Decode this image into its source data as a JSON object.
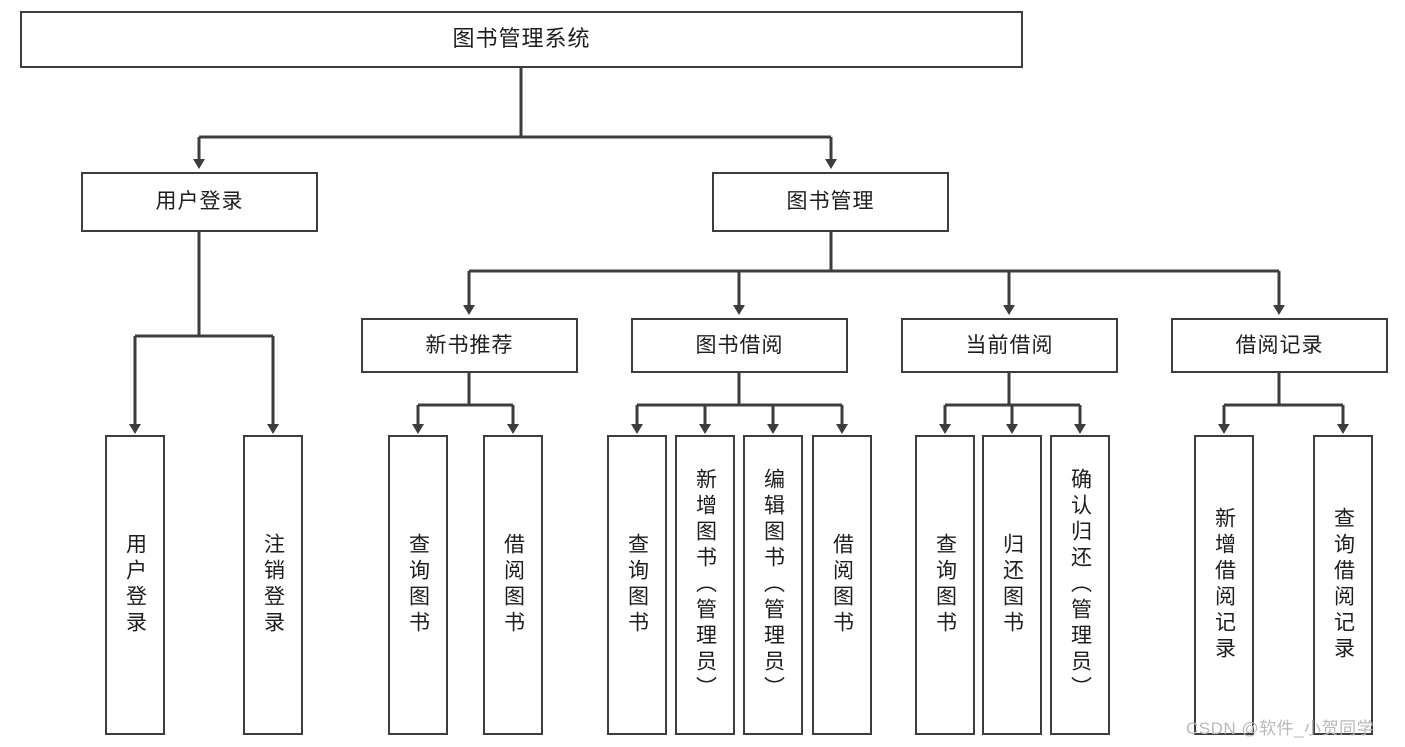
{
  "diagram": {
    "title": "图书管理系统",
    "type": "tree-structure-chart",
    "watermark": "CSDN @软件_小贺同学",
    "colors": {
      "box_border": "#3d3d3d",
      "box_fill": "#ffffff",
      "connector": "#3d3d3d",
      "text": "#1d1d1d",
      "watermark": "#b9b9b9"
    },
    "root": {
      "label": "图书管理系统"
    },
    "level2": [
      {
        "id": "user-login",
        "label": "用户登录"
      },
      {
        "id": "book-manage",
        "label": "图书管理"
      }
    ],
    "level3": [
      {
        "id": "new-book-rec",
        "label": "新书推荐"
      },
      {
        "id": "book-borrow",
        "label": "图书借阅"
      },
      {
        "id": "current-borrow",
        "label": "当前借阅"
      },
      {
        "id": "borrow-record",
        "label": "借阅记录"
      }
    ],
    "leaves": {
      "user_login": [
        {
          "id": "leaf-user-login",
          "label": "用户登录"
        },
        {
          "id": "leaf-logout-login",
          "label": "注销登录"
        }
      ],
      "new_book_rec": [
        {
          "id": "leaf-query-book-1",
          "label": "查询图书"
        },
        {
          "id": "leaf-borrow-book-1",
          "label": "借阅图书"
        }
      ],
      "book_borrow": [
        {
          "id": "leaf-query-book-2",
          "label": "查询图书"
        },
        {
          "id": "leaf-add-book",
          "label": "新增图书（管理员）"
        },
        {
          "id": "leaf-edit-book",
          "label": "编辑图书（管理员）"
        },
        {
          "id": "leaf-borrow-book-2",
          "label": "借阅图书"
        }
      ],
      "current_borrow": [
        {
          "id": "leaf-query-book-3",
          "label": "查询图书"
        },
        {
          "id": "leaf-return-book",
          "label": "归还图书"
        },
        {
          "id": "leaf-confirm-return",
          "label": "确认归还（管理员）"
        }
      ],
      "borrow_record": [
        {
          "id": "leaf-add-record",
          "label": "新增借阅记录"
        },
        {
          "id": "leaf-query-record",
          "label": "查询借阅记录"
        }
      ]
    }
  }
}
